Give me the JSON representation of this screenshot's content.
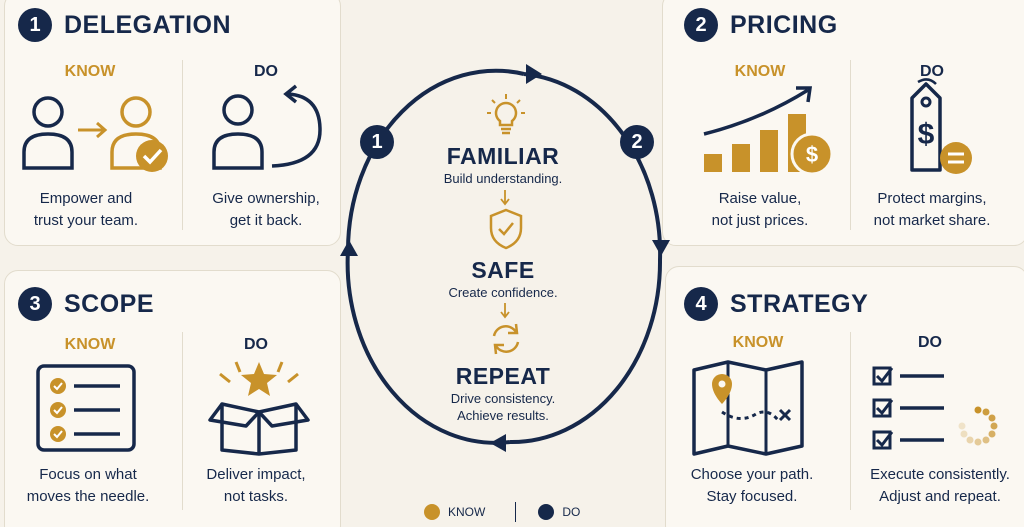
{
  "colors": {
    "navy": "#16284a",
    "gold": "#c8922a"
  },
  "cards": [
    {
      "number": "1",
      "title": "DELEGATION",
      "know": {
        "label": "KNOW",
        "desc1": "Empower and",
        "desc2": "trust your team.",
        "icon": "person-to-person-check-icon"
      },
      "do": {
        "label": "DO",
        "desc1": "Give ownership,",
        "desc2": "get it back.",
        "icon": "person-return-arrow-icon"
      }
    },
    {
      "number": "2",
      "title": "PRICING",
      "know": {
        "label": "KNOW",
        "desc1": "Raise value,",
        "desc2": "not just prices.",
        "icon": "rising-bars-dollar-icon"
      },
      "do": {
        "label": "DO",
        "desc1": "Protect margins,",
        "desc2": "not market share.",
        "icon": "price-tag-equals-icon"
      }
    },
    {
      "number": "3",
      "title": "SCOPE",
      "know": {
        "label": "KNOW",
        "desc1": "Focus on what",
        "desc2": "moves the needle.",
        "icon": "checklist-icon"
      },
      "do": {
        "label": "DO",
        "desc1": "Deliver impact,",
        "desc2": "not tasks.",
        "icon": "open-box-star-icon"
      }
    },
    {
      "number": "4",
      "title": "STRATEGY",
      "know": {
        "label": "KNOW",
        "desc1": "Choose your path.",
        "desc2": "Stay focused.",
        "icon": "map-path-icon"
      },
      "do": {
        "label": "DO",
        "desc1": "Execute consistently.",
        "desc2": "Adjust and repeat.",
        "icon": "checklist-spinner-icon"
      }
    }
  ],
  "cycle": {
    "markers": [
      "1",
      "2"
    ],
    "steps": [
      {
        "title": "FAMILIAR",
        "sub1": "Build understanding.",
        "sub2": "",
        "icon": "lightbulb-icon"
      },
      {
        "title": "SAFE",
        "sub1": "Create confidence.",
        "sub2": "",
        "icon": "shield-check-icon"
      },
      {
        "title": "REPEAT",
        "sub1": "Drive consistency.",
        "sub2": "Achieve results.",
        "icon": "repeat-arrows-icon"
      }
    ]
  },
  "legend": {
    "know": "KNOW",
    "do": "DO"
  }
}
